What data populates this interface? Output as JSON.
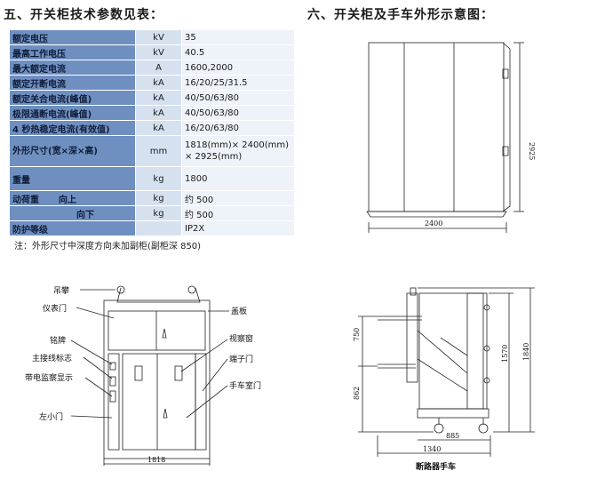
{
  "headings": {
    "specs": "五、开关柜技术参数见表：",
    "drawing": "六、开关柜及手车外形示意图："
  },
  "spec_table": [
    {
      "name": "额定电压",
      "unit": "kV",
      "value": "35"
    },
    {
      "name": "最高工作电压",
      "unit": "kV",
      "value": "40.5"
    },
    {
      "name": "最大额定电流",
      "unit": "A",
      "value": "1600,2000"
    },
    {
      "name": "额定开断电流",
      "unit": "kA",
      "value": "16/20/25/31.5"
    },
    {
      "name": "额定关合电流(峰值)",
      "unit": "kA",
      "value": "40/50/63/80"
    },
    {
      "name": "极限通断电流(峰值)",
      "unit": "kA",
      "value": "40/50/63/80"
    },
    {
      "name": "4 秒热稳定电流(有效值)",
      "unit": "kA",
      "value": "16/20/63/80"
    },
    {
      "name": "外形尺寸(宽×深×高)",
      "unit": "mm",
      "value_line1": "1818(mm)× 2400(mm)",
      "value_line2": "× 2925(mm)"
    },
    {
      "name": "重量",
      "unit": "kg",
      "value": "1800"
    },
    {
      "name": "动荷重",
      "name_sub": "向上",
      "unit": "kg",
      "value": "约 500"
    },
    {
      "name_sub": "向下",
      "unit": "kg",
      "value": "约 500"
    },
    {
      "name": "防护等级",
      "unit": "",
      "value": "IP2X"
    }
  ],
  "note": "注：外形尺寸中深度方向未加副柜(副柜深 850)",
  "side_view": {
    "width_dim": "2400",
    "height_dim": "2925"
  },
  "front_view": {
    "labels_left": [
      "吊攀",
      "仪表门",
      "铭牌",
      "主接线标志",
      "带电监察显示",
      "左小门"
    ],
    "labels_right": [
      "盖板",
      "视察窗",
      "端子门",
      "手车室门"
    ],
    "width_dim": "1818"
  },
  "truck_view": {
    "dims": {
      "d750": "750",
      "d862": "862",
      "d1570": "1570",
      "d1840": "1840",
      "d885": "885",
      "d1340": "1340"
    },
    "caption": "断路器手车"
  }
}
